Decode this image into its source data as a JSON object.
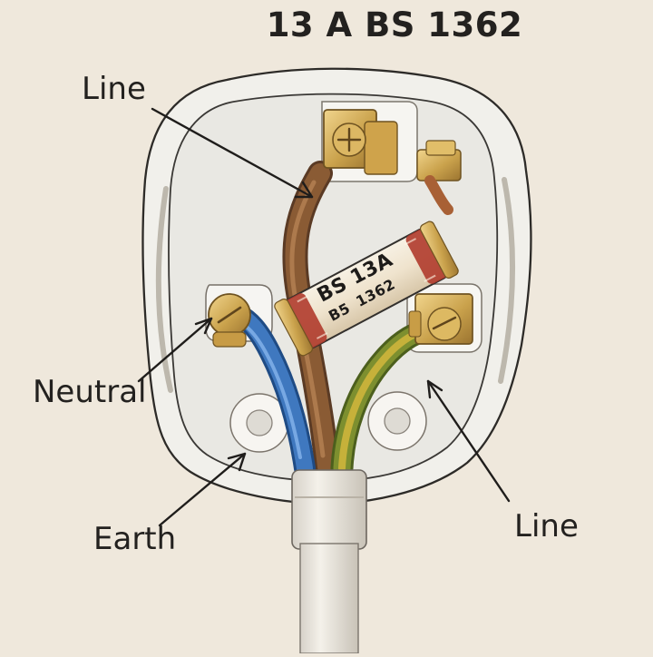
{
  "title": "13 A BS 1362",
  "labels": {
    "line_top": "Line",
    "neutral": "Neutral",
    "earth": "Earth",
    "line_bottom": "Line"
  },
  "fuse": {
    "line1": "BS 13A",
    "line2a": "B5",
    "line2b": "1362"
  },
  "colors": {
    "background": "#efe8dc",
    "plug_body": "#f2f1ec",
    "brass": "#caa24c",
    "live_wire": "#8a5b34",
    "neutral_wire": "#3f78bf",
    "earth_wire_green": "#7d8f2f",
    "earth_wire_yellow": "#c6b13a",
    "fuse_red": "#b03b2c"
  }
}
